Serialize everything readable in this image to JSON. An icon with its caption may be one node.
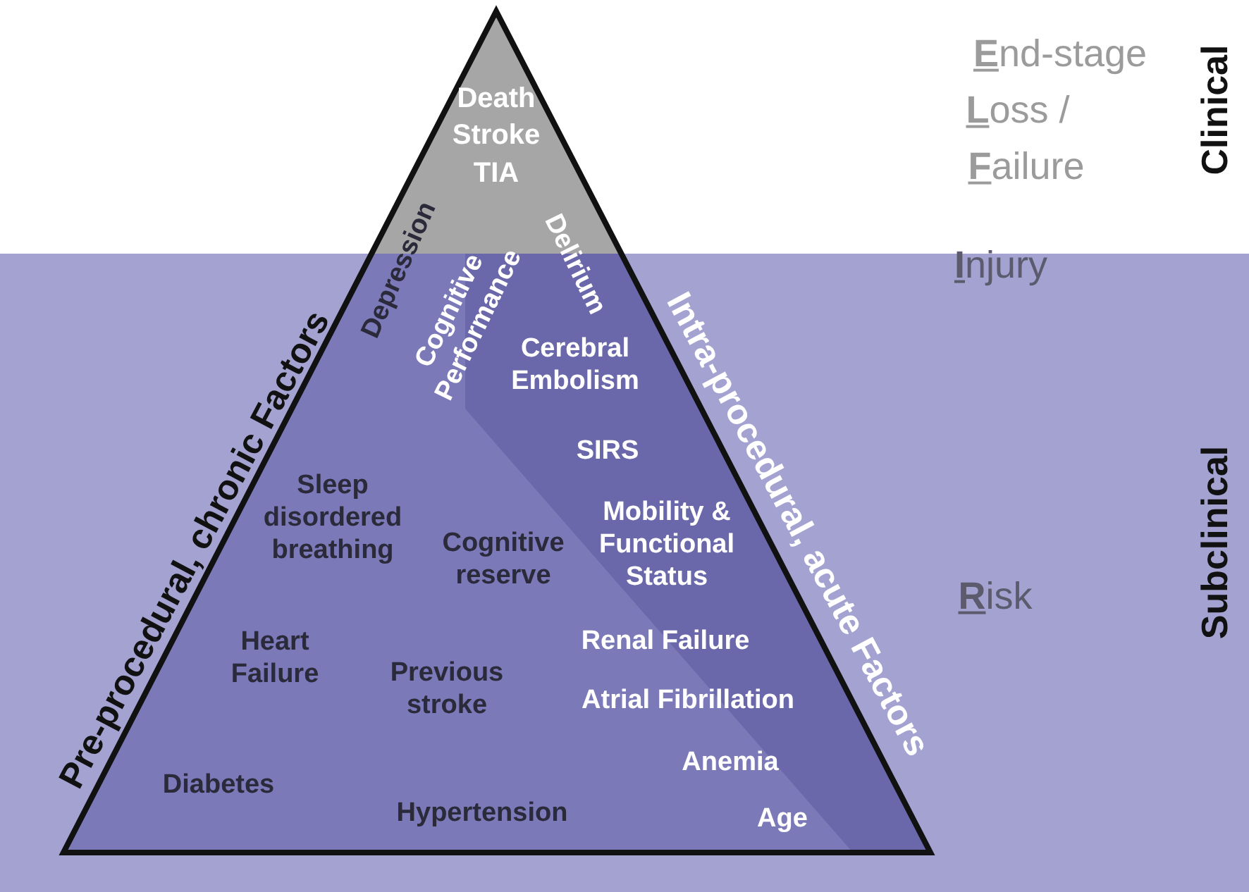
{
  "diagram": {
    "labels": [
      "Death",
      "Stroke",
      "TIA",
      "Depression",
      "Cognitive Performance",
      "Delirium",
      "Cerebral Embolism",
      "SIRS",
      "Sleep disordered breathing",
      "Cognitive reserve",
      "Mobility & Functional Status",
      "Heart Failure",
      "Previous stroke",
      "Renal Failure",
      "Atrial Fibrillation",
      "Diabetes",
      "Anemia",
      "Hypertension",
      "Age",
      "Pre-procedural, chronic Factors",
      "Intra-procedural, acute Factors",
      "**E**nd-stage",
      "**L**oss /",
      "**F**ailure",
      "**I**njury",
      "**R**isk",
      "Clinical",
      "Subclinical"
    ]
  }
}
